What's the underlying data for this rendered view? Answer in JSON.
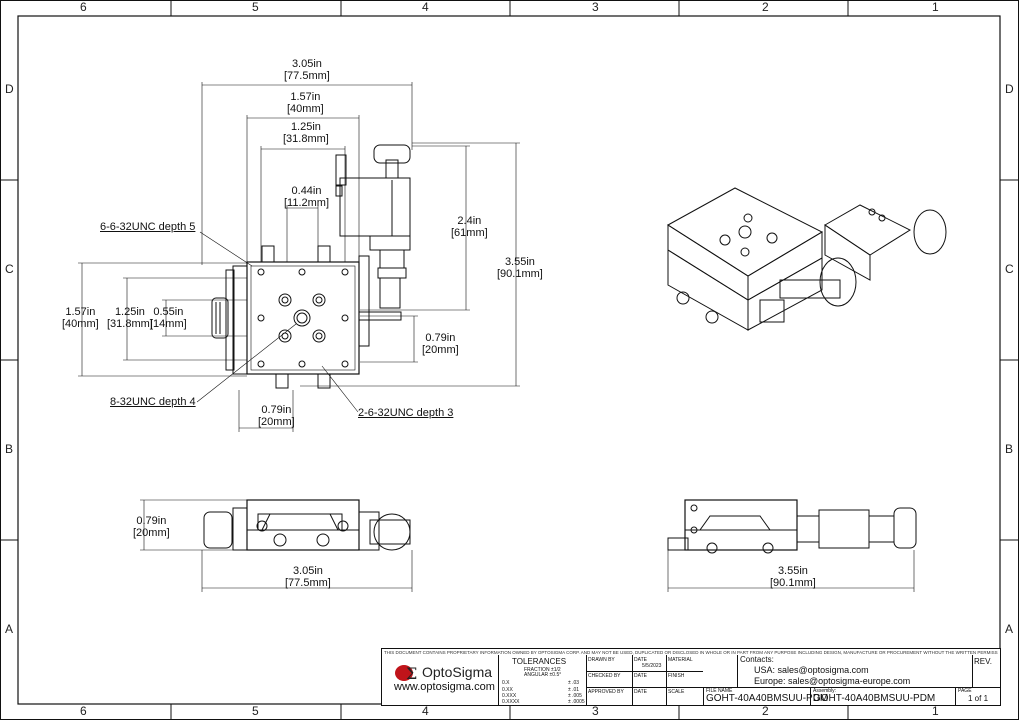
{
  "zones": {
    "columns": [
      "6",
      "5",
      "4",
      "3",
      "2",
      "1"
    ],
    "rows": [
      "D",
      "C",
      "B",
      "A"
    ]
  },
  "dimensions": {
    "top_width": {
      "in": "3.05in",
      "mm": "[77.5mm]"
    },
    "top_mid": {
      "in": "1.57in",
      "mm": "[40mm]"
    },
    "top_inner": {
      "in": "1.25in",
      "mm": "[31.8mm]"
    },
    "top_small": {
      "in": "0.44in",
      "mm": "[11.2mm]"
    },
    "right_24": {
      "in": "2.4in",
      "mm": "[61mm]"
    },
    "right_355": {
      "in": "3.55in",
      "mm": "[90.1mm]"
    },
    "right_079": {
      "in": "0.79in",
      "mm": "[20mm]"
    },
    "left_157": {
      "in": "1.57in",
      "mm": "[40mm]"
    },
    "left_125": {
      "in": "1.25in",
      "mm": "[31.8mm]"
    },
    "left_055": {
      "in": "0.55in",
      "mm": "[14mm]"
    },
    "bottom_079": {
      "in": "0.79in",
      "mm": "[20mm]"
    },
    "front_height": {
      "in": "0.79in",
      "mm": "[20mm]"
    },
    "front_width": {
      "in": "3.05in",
      "mm": "[77.5mm]"
    },
    "side_width": {
      "in": "3.55in",
      "mm": "[90.1mm]"
    }
  },
  "callouts": {
    "c1": "6-6-32UNC depth 5",
    "c2": "8-32UNC depth 4",
    "c3": "2-6-32UNC depth 3"
  },
  "title_block": {
    "notice": "THIS DOCUMENT CONTAINS PROPRIETARY INFORMATION OWNED BY OPTOSIGMA CORP. AND MAY NOT BE USED, DUPLICATED OR DISCLOSED IN WHOLE OR IN PART FROM ANY PURPOSE INCLUDING DESIGN, MANUFACTURE OR PROCUREMENT WITHOUT THE WRITTEN PERMISSION OF OPTOSIGMA CORP.",
    "logo": "OptoSigma",
    "website": "www.optosigma.com",
    "tolerances": "TOLERANCES",
    "fraction": "FRACTION ±1/2",
    "angular": "ANGULAR ±0.5°",
    "tol_rows": [
      {
        "k": "0.X",
        "v": "± .03"
      },
      {
        "k": "0.XX",
        "v": "± .01"
      },
      {
        "k": "0.XXX",
        "v": "± .005"
      },
      {
        "k": "0.XXXX",
        "v": "± .0005"
      }
    ],
    "drawn": "DRAWN BY",
    "checked": "CHECKED BY",
    "approved": "APPROVED BY",
    "date": "DATE",
    "date_value": "5/5/2023",
    "material": "MATERIAL",
    "finish": "FINISH",
    "scale": "SCALE",
    "contacts": "Contacts:",
    "usa": "USA: sales@optosigma.com",
    "europe": "Europe: sales@optosigma-europe.com",
    "rev": "REV.",
    "file_name_label": "FILE NAME",
    "file_name": "GOHT-40A40BMSUU-PDM",
    "assembly_label": "Assembly:",
    "assembly": "GOHT-40A40BMSUU-PDM",
    "page_label": "PAGE",
    "page": "1 of 1"
  }
}
